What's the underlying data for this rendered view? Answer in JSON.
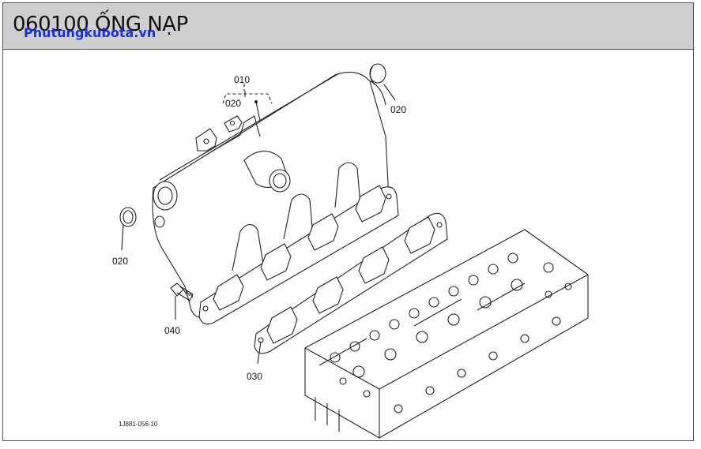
{
  "header": {
    "title": "060100 ỐNG NẠP",
    "watermark": "Phutungkubota.vn"
  },
  "diagram": {
    "drawing_code": "1J881-056-10",
    "callouts": [
      {
        "id": "callout-010",
        "label": "010"
      },
      {
        "id": "callout-020-top",
        "label": "020"
      },
      {
        "id": "callout-020-cap",
        "label": "020"
      },
      {
        "id": "callout-020-left",
        "label": "020"
      },
      {
        "id": "callout-030",
        "label": "030"
      },
      {
        "id": "callout-040",
        "label": "040"
      }
    ]
  },
  "colors": {
    "header_bg": "#cfcfcf",
    "watermark": "#1a2fd8",
    "line": "#222222"
  }
}
